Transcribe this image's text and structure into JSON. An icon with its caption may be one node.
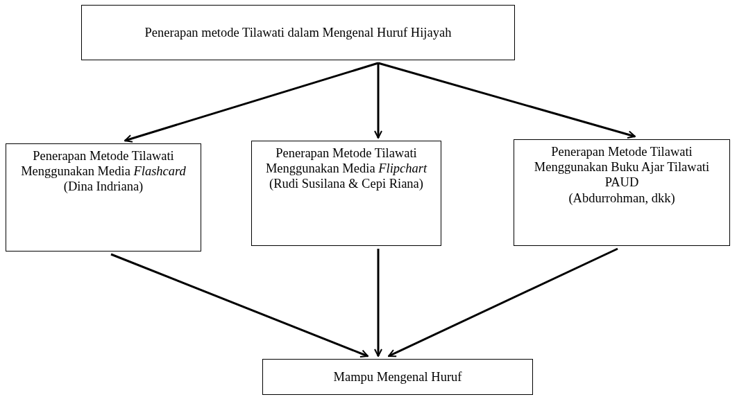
{
  "diagram": {
    "nodes": [
      {
        "text": [
          "Penerapan metode Tilawati dalam Mengenal Huruf Hijayah"
        ]
      },
      {
        "text": [
          "Penerapan Metode Tilawati Menggunakan Media *Flashcard*",
          "(Dina Indriana)"
        ]
      },
      {
        "text": [
          "Penerapan Metode Tilawati Menggunakan Media *Flipchart*",
          "(Rudi Susilana & Cepi Riana)"
        ]
      },
      {
        "text": [
          "Penerapan Metode Tilawati Menggunakan Buku Ajar Tilawati PAUD",
          "(Abdurrohman, dkk)"
        ]
      },
      {
        "text": [
          "Mampu Mengenal Huruf"
        ]
      }
    ],
    "edges": [
      {
        "from": 0,
        "to": 1,
        "arrow": "to"
      },
      {
        "from": 0,
        "to": 2,
        "arrow": "to"
      },
      {
        "from": 0,
        "to": 3,
        "arrow": "to"
      },
      {
        "from": 1,
        "to": 4,
        "arrow": "to"
      },
      {
        "from": 2,
        "to": 4,
        "arrow": "to"
      },
      {
        "from": 3,
        "to": 4,
        "arrow": "to"
      }
    ]
  }
}
